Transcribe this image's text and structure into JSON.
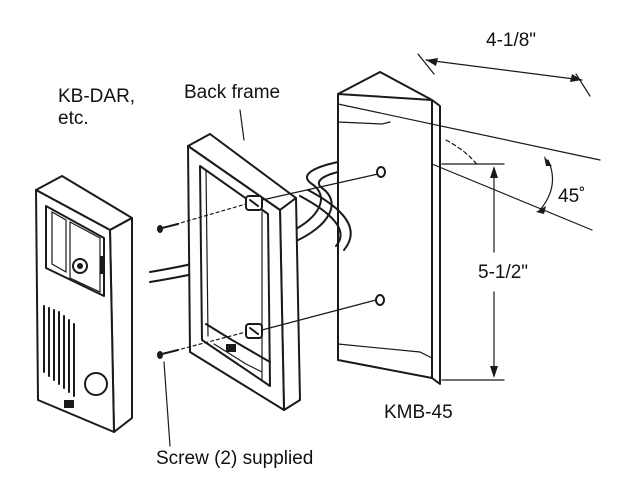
{
  "labels": {
    "device_name_line1": "KB-DAR,",
    "device_name_line2": "etc.",
    "back_frame": "Back frame",
    "width_dim": "4-1/8\"",
    "angle": "45˚",
    "height_dim": "5-1/2\"",
    "bracket_model": "KMB-45",
    "screw_note": "Screw (2) supplied"
  },
  "colors": {
    "line": "#1a1a1a",
    "background": "#ffffff"
  }
}
